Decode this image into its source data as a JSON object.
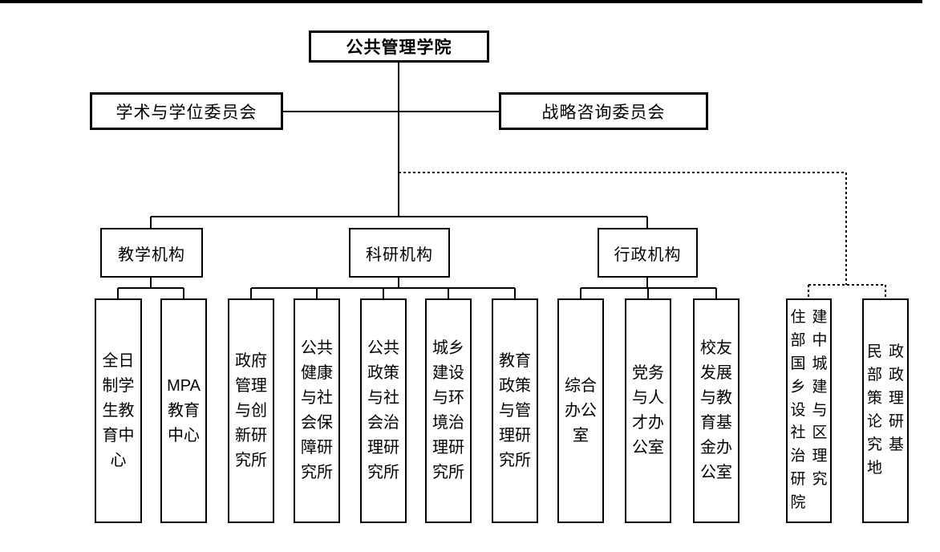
{
  "canvas": {
    "background": "#ffffff",
    "line_color": "#000000",
    "dotted_line_style": "dotted",
    "edge_bar_color": "#000000"
  },
  "chart": {
    "type": "org-chart",
    "root": {
      "label": "公共管理学院"
    },
    "committees": [
      {
        "label": "学术与学位委员会"
      },
      {
        "label": "战略咨询委员会"
      }
    ],
    "branches": [
      {
        "label": "教学机构",
        "children": [
          "全日制学生教育中心",
          "MPA教育中心"
        ]
      },
      {
        "label": "科研机构",
        "children": [
          "政府管理与创新研究所",
          "公共健康与社会保障研究所",
          "公共政策与社会治理研究所",
          "城乡建设与环境治理研究所",
          "教育政策与管理研究所"
        ]
      },
      {
        "label": "行政机构",
        "children": [
          "综合办公室",
          "党务与人才办公室",
          "校友发展与教育基金办公室"
        ]
      }
    ],
    "affiliated": [
      {
        "label": "住建部中国城乡建设与社区治理研究院"
      },
      {
        "label": "民政部政策理论研究基地"
      }
    ]
  }
}
